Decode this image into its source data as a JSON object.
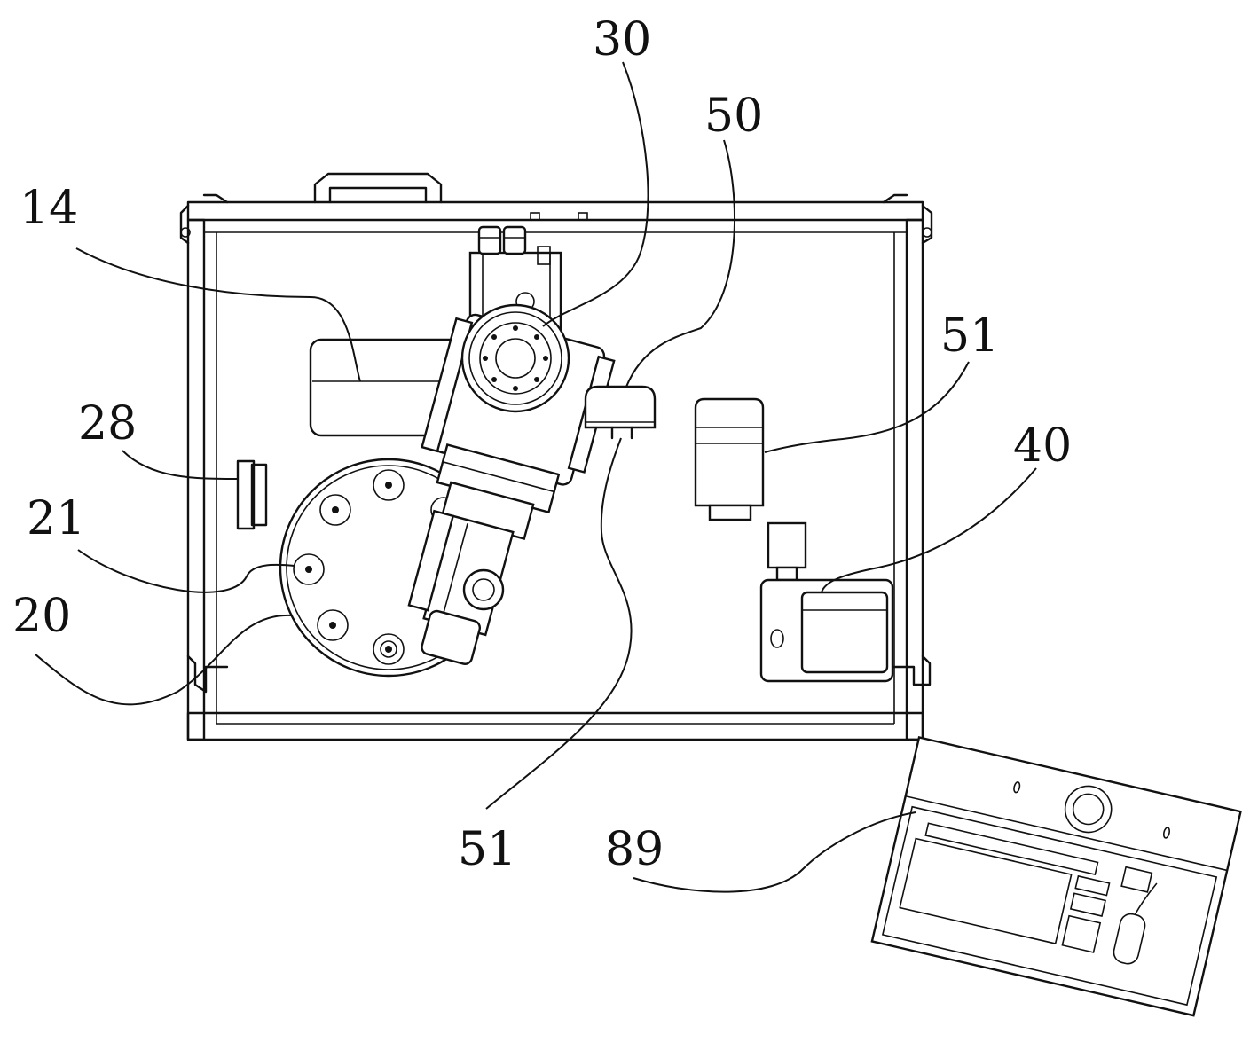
{
  "labels": {
    "l14": "14",
    "l28": "28",
    "l21": "21",
    "l20": "20",
    "l30": "30",
    "l50": "50",
    "l51_top": "51",
    "l40": "40",
    "l51_bottom": "51",
    "l89": "89"
  }
}
